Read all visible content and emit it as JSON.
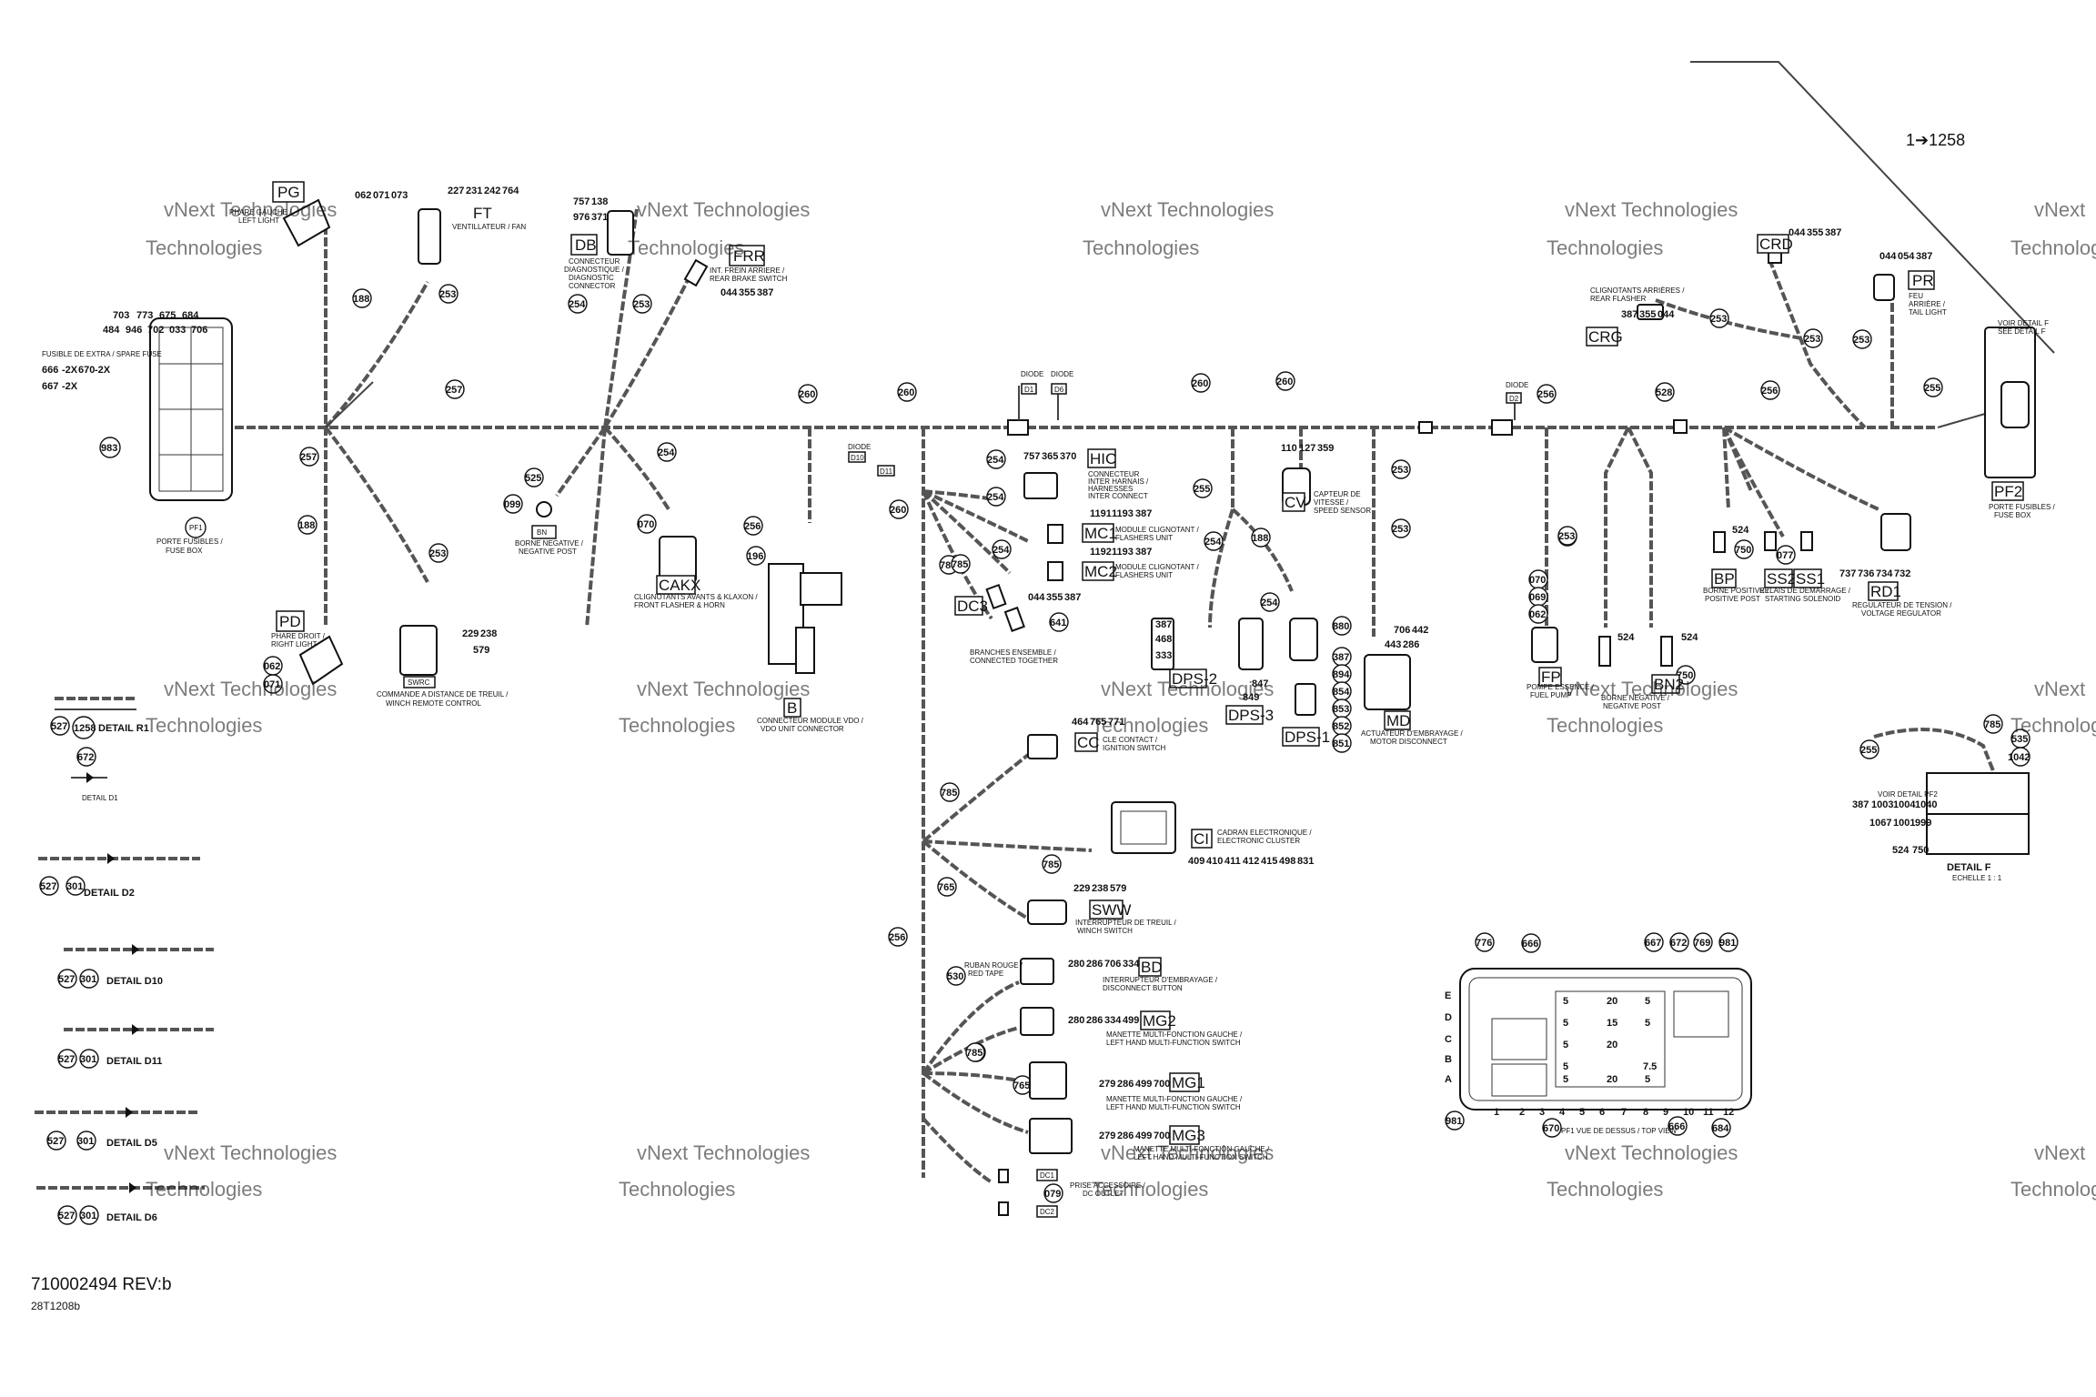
{
  "reference": {
    "part_arrow": "1➔1258"
  },
  "footer": {
    "doc_number": "710002494 REV:b",
    "drawing_code": "28T1208b"
  },
  "watermark": {
    "line1": "vNext",
    "line2": "Technologies",
    "line3": "vNext Technologies"
  },
  "components": {
    "pg": {
      "tag": "PG",
      "desc1": "PHARE GAUCHE /",
      "desc2": "LEFT LIGHT",
      "codes": [
        "062",
        "071",
        "073"
      ]
    },
    "ft": {
      "tag": "FT",
      "desc1": "VENTILLATEUR / FAN",
      "codes": [
        "227",
        "231",
        "242",
        "764"
      ]
    },
    "db": {
      "tag": "DB",
      "desc1": "CONNECTEUR",
      "desc2": "DIAGNOSTIQUE /",
      "desc3": "DIAGNOSTIC",
      "desc4": "CONNECTOR",
      "codes": [
        "757",
        "138",
        "976",
        "371"
      ]
    },
    "frr": {
      "tag": "FRR",
      "desc1": "INT. FREIN ARRIERE /",
      "desc2": "REAR BRAKE SWITCH",
      "codes": [
        "044",
        "355",
        "387"
      ]
    },
    "hic": {
      "tag": "HIC",
      "desc1": "CONNECTEUR",
      "desc2": "INTER HARNAIS /",
      "desc3": "HARNESSES",
      "desc4": "INTER CONNECT",
      "codes": [
        "757",
        "365",
        "370"
      ]
    },
    "mc1": {
      "tag": "MC1",
      "desc1": "MODULE CLIGNOTANT /",
      "desc2": "FLASHERS UNIT",
      "codes": [
        "1191",
        "1193",
        "387"
      ]
    },
    "mc2": {
      "tag": "MC2",
      "desc1": "MODULE CLIGNOTANT /",
      "desc2": "FLASHERS UNIT",
      "codes": [
        "1192",
        "1193",
        "387"
      ]
    },
    "cv": {
      "tag": "CV",
      "desc1": "CAPTEUR DE",
      "desc2": "VITESSE /",
      "desc3": "SPEED SENSOR",
      "codes": [
        "110",
        "127",
        "359"
      ]
    },
    "crd": {
      "tag": "CRD",
      "codes": [
        "044",
        "355",
        "387"
      ]
    },
    "crg": {
      "tag": "CRG",
      "desc1": "CLIGNOTANTS ARRIÈRES /",
      "desc2": "REAR FLASHER",
      "codes": [
        "387",
        "355",
        "044"
      ]
    },
    "pr": {
      "tag": "PR",
      "desc1": "FEU",
      "desc2": "ARRIÈRE /",
      "desc3": "TAIL LIGHT",
      "codes": [
        "044",
        "054",
        "387"
      ]
    },
    "pf2": {
      "tag": "PF2",
      "desc1": "PORTE FUSIBLES /",
      "desc2": "FUSE BOX",
      "see1": "VOIR DETAIL F",
      "see2": "SEE DETAIL F"
    },
    "pf1": {
      "tag": "PF1",
      "desc1": "PORTE FUSIBLES /",
      "desc2": "FUSE BOX",
      "spare1": "FUSIBLE DE EXTRA / SPARE FUSE",
      "codes": [
        "703",
        "773",
        "675",
        "684",
        "484",
        "946",
        "702",
        "033",
        "706"
      ],
      "side_codes": [
        "666",
        "-2X",
        "670",
        "-2X",
        "667",
        "-2X"
      ],
      "code_983": "983"
    },
    "bn": {
      "tag": "BN",
      "desc1": "BORNE NEGATIVE /",
      "desc2": "NEGATIVE POST",
      "codes": [
        "525",
        "099"
      ]
    },
    "cakx": {
      "tag": "CAKX",
      "desc1": "CLIGNOTANTS AVANTS & KLAXON /",
      "desc2": "FRONT FLASHER & HORN",
      "code": "070"
    },
    "b": {
      "tag": "B",
      "desc1": "CONNECTEUR MODULE VDO /",
      "desc2": "VDO UNIT CONNECTOR",
      "code": "196"
    },
    "pd": {
      "tag": "PD",
      "desc1": "PHARE DROIT /",
      "desc2": "RIGHT LIGHT",
      "codes": [
        "062",
        "071"
      ]
    },
    "swrc": {
      "tag": "SWRC",
      "desc1": "COMMANDE A DISTANCE DE TREUIL /",
      "desc2": "WINCH REMOTE CONTROL",
      "codes": [
        "229",
        "238",
        "579"
      ]
    },
    "dc3": {
      "tag": "DC3",
      "desc1": "BRANCHES ENSEMBLE /",
      "desc2": "CONNECTED TOGETHER",
      "codes": [
        "044",
        "355",
        "387",
        "641"
      ]
    },
    "dps2": {
      "tag": "DPS-2",
      "codes": [
        "387",
        "468",
        "333"
      ]
    },
    "dps3": {
      "tag": "DPS-3",
      "codes": [
        "847",
        "849"
      ]
    },
    "dps1": {
      "tag": "DPS-1",
      "codes": [
        "880",
        "387",
        "894",
        "854",
        "853",
        "852",
        "851"
      ]
    },
    "md": {
      "tag": "MD",
      "desc1": "ACTUATEUR D'EMBRAYAGE /",
      "desc2": "MOTOR DISCONNECT",
      "codes": [
        "706",
        "442",
        "443",
        "286"
      ]
    },
    "fp": {
      "tag": "FP",
      "desc1": "POMPE ESSENCE /",
      "desc2": "FUEL PUMP",
      "codes": [
        "070",
        "069",
        "062"
      ]
    },
    "bp": {
      "tag": "BP",
      "desc1": "BORNE POSITIVE /",
      "desc2": "POSITIVE POST",
      "codes": [
        "524",
        "750"
      ]
    },
    "ss2": {
      "tag": "SS2",
      "code": "077"
    },
    "ss1": {
      "tag": "SS1",
      "desc1": "RELAIS DE DEMARRAGE /",
      "desc2": "STARTING SOLENOID"
    },
    "rd1": {
      "tag": "RD1",
      "desc1": "REGULATEUR DE TENSION /",
      "desc2": "VOLTAGE REGULATOR",
      "codes": [
        "737",
        "736",
        "734",
        "732"
      ]
    },
    "bn2": {
      "tag": "BN2",
      "desc1": "BORNE NEGATIVE /",
      "desc2": "NEGATIVE POST",
      "codes": [
        "524",
        "524",
        "750"
      ]
    },
    "cc": {
      "tag": "CC",
      "desc1": "CLE CONTACT /",
      "desc2": "IGNITION SWITCH",
      "codes": [
        "464",
        "765",
        "771"
      ]
    },
    "ci": {
      "tag": "CI",
      "desc1": "CADRAN ELECTRONIQUE /",
      "desc2": "ELECTRONIC CLUSTER",
      "codes": [
        "409",
        "410",
        "411",
        "412",
        "415",
        "498",
        "831"
      ]
    },
    "sww": {
      "tag": "SWW",
      "desc1": "INTERRUPTEUR DE TREUIL /",
      "desc2": "WINCH SWITCH",
      "codes": [
        "229",
        "238",
        "579"
      ]
    },
    "bd": {
      "tag": "BD",
      "desc1": "INTERRUPTEUR D'EMBRAYAGE /",
      "desc2": "DISCONNECT BUTTON",
      "codes": [
        "280",
        "286",
        "706",
        "334"
      ]
    },
    "mg2": {
      "tag": "MG2",
      "desc1": "MANETTE MULTI-FONCTION GAUCHE /",
      "desc2": "LEFT HAND MULTI-FUNCTION SWITCH",
      "codes": [
        "280",
        "286",
        "334",
        "499"
      ]
    },
    "mg1": {
      "tag": "MG1",
      "desc1": "MANETTE MULTI-FONCTION GAUCHE /",
      "desc2": "LEFT HAND MULTI-FUNCTION SWITCH",
      "codes": [
        "279",
        "286",
        "499",
        "700"
      ]
    },
    "mg3": {
      "tag": "MG3",
      "desc1": "MANETTE MULTI-FONCTION GAUCHE /",
      "desc2": "LEFT HAND MULTI-FUNCTION SWITCH",
      "codes": [
        "279",
        "286",
        "499",
        "700"
      ]
    },
    "dc": {
      "tag1": "DC1",
      "tag2": "DC2",
      "desc1": "PRISE ACCESSOIRE /",
      "desc2": "DC OUTLET",
      "code": "079"
    },
    "ribbon": {
      "desc1": "RUBAN ROUGE /",
      "desc2": "RED TAPE",
      "code": "530"
    }
  },
  "wire_labels": {
    "main": [
      "257",
      "260",
      "260",
      "260",
      "260",
      "256",
      "528",
      "256",
      "255"
    ],
    "branch": [
      "188",
      "253",
      "254",
      "253",
      "254",
      "257",
      "188",
      "253",
      "254",
      "256",
      "260",
      "785",
      "254",
      "255",
      "254",
      "188",
      "254",
      "253",
      "253",
      "253",
      "785",
      "254",
      "765",
      "785",
      "765",
      "785",
      "256",
      "765",
      "785",
      "253",
      "253",
      "253",
      "253"
    ]
  },
  "diode_labels": {
    "diode": "DIODE",
    "d1": "D1",
    "d6": "D6",
    "d2": "D2",
    "d10": "D10",
    "d11": "D11"
  },
  "details": {
    "r1": {
      "label": "DETAIL R1",
      "codes": [
        "527",
        "1258"
      ]
    },
    "d1": {
      "label": "DETAIL D1",
      "code": "672"
    },
    "d2": {
      "label": "DETAIL D2",
      "codes": [
        "527",
        "301"
      ]
    },
    "d10": {
      "label": "DETAIL D10",
      "codes": [
        "527",
        "301"
      ]
    },
    "d11": {
      "label": "DETAIL D11",
      "codes": [
        "527",
        "301"
      ]
    },
    "d5": {
      "label": "DETAIL D5",
      "codes": [
        "527",
        "301"
      ]
    },
    "d6": {
      "label": "DETAIL D6",
      "codes": [
        "527",
        "301"
      ]
    },
    "f": {
      "label": "DETAIL F",
      "scale": "ECHELLE 1 : 1",
      "see": "VOIR DETAIL PF2",
      "codes": [
        "785",
        "535",
        "1042",
        "255",
        "387",
        "1003",
        "1004",
        "1040",
        "1067",
        "1001",
        "999",
        "524",
        "750"
      ]
    }
  },
  "fuse_view": {
    "row_letters": [
      "E",
      "D",
      "C",
      "B",
      "A"
    ],
    "col_numbers": [
      "1",
      "2",
      "3",
      "4",
      "5",
      "6",
      "7",
      "8",
      "9",
      "10",
      "11",
      "12"
    ],
    "top_codes": [
      "776",
      "666",
      "667",
      "672",
      "769",
      "981"
    ],
    "bottom_codes": [
      "981",
      "670",
      "666",
      "684"
    ],
    "caption1": "PF1 VUE DE DESSUS / TOP VIEW",
    "fuse_values": [
      "5",
      "20",
      "5",
      "15",
      "5",
      "20",
      "5",
      "7.5",
      "5",
      "20",
      "5",
      "5",
      "5"
    ]
  }
}
